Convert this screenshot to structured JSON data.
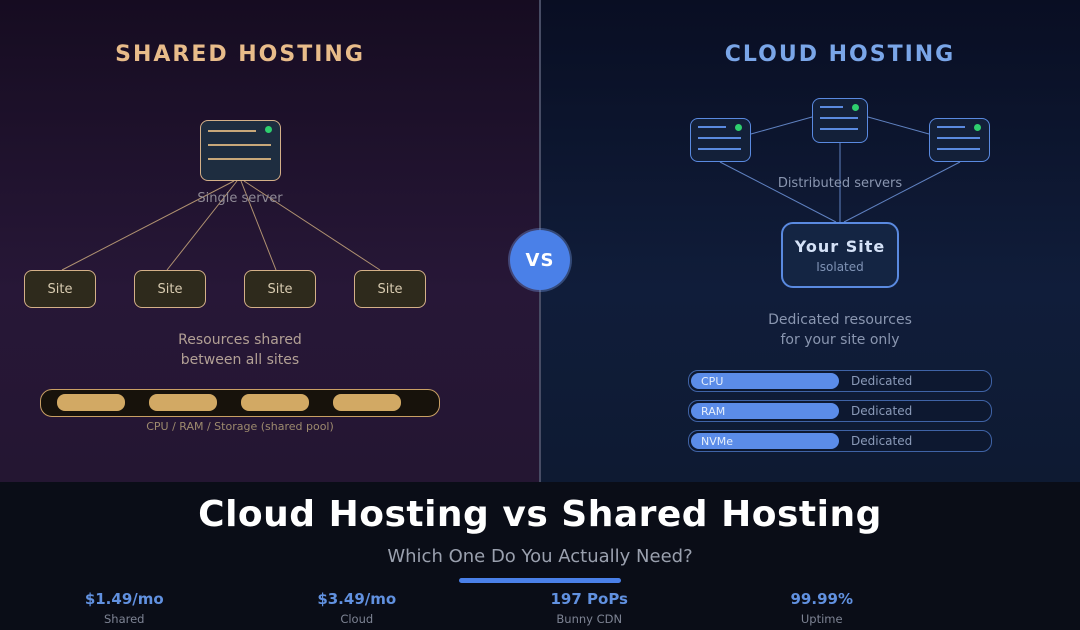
{
  "left_panel": {
    "title": "SHARED HOSTING",
    "server_label": "Single server",
    "sites": [
      "Site",
      "Site",
      "Site",
      "Site"
    ],
    "note_line1": "Resources shared",
    "note_line2": "between all sites",
    "pool_caption": "CPU / RAM / Storage (shared pool)",
    "pool_segments": 4,
    "accent_color": "#e8bc8a"
  },
  "right_panel": {
    "title": "CLOUD HOSTING",
    "servers_label": "Distributed servers",
    "site_box": {
      "title": "Your Site",
      "subtitle": "Isolated"
    },
    "note_line1": "Dedicated resources",
    "note_line2": "for your site only",
    "bars": [
      {
        "label": "CPU",
        "value": "Dedicated"
      },
      {
        "label": "RAM",
        "value": "Dedicated"
      },
      {
        "label": "NVMe",
        "value": "Dedicated"
      }
    ],
    "accent_color": "#7aa6e8"
  },
  "vs_badge": {
    "label": "VS",
    "color": "#4a80e8"
  },
  "status_dot_color": "#2ecf6e",
  "footer": {
    "title": "Cloud Hosting vs Shared Hosting",
    "subtitle": "Which One Do You Actually Need?",
    "accent_color": "#4a80e8",
    "stats": [
      {
        "value": "$1.49/mo",
        "label": "Shared"
      },
      {
        "value": "$3.49/mo",
        "label": "Cloud"
      },
      {
        "value": "197 PoPs",
        "label": "Bunny CDN"
      },
      {
        "value": "99.99%",
        "label": "Uptime"
      }
    ]
  }
}
